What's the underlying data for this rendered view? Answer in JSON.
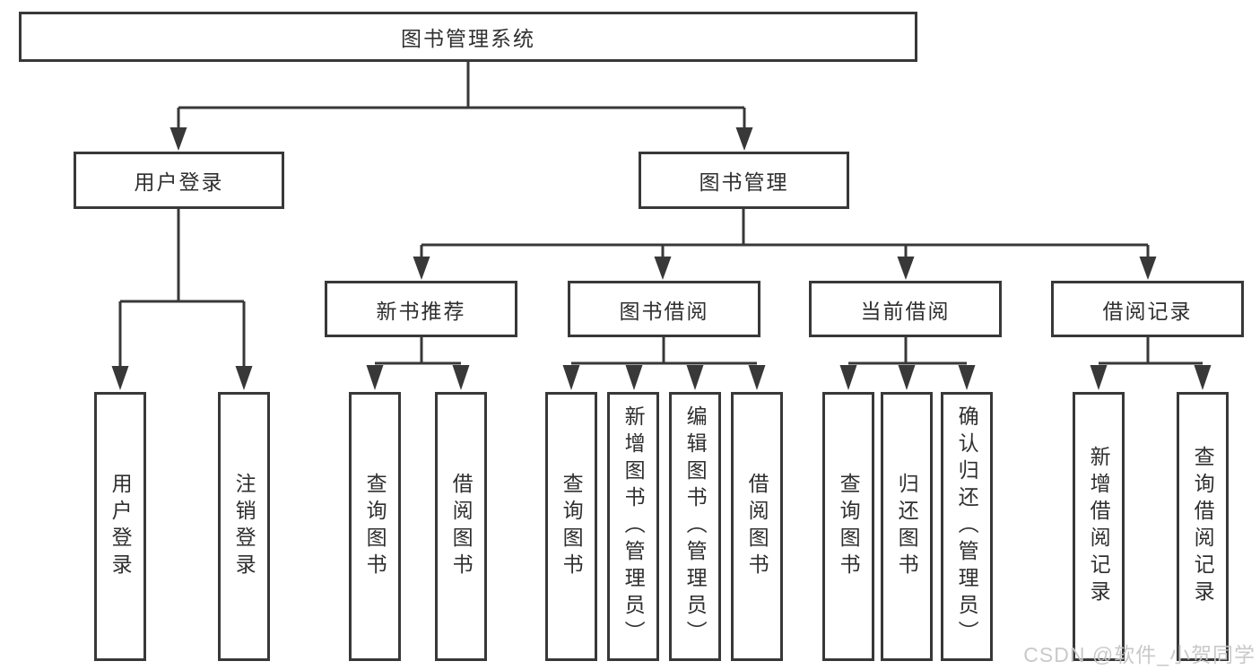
{
  "tree": {
    "label": "图书管理系统",
    "children": [
      {
        "label": "用户登录",
        "children": [
          {
            "label": "用户登录"
          },
          {
            "label": "注销登录"
          }
        ]
      },
      {
        "label": "图书管理",
        "children": [
          {
            "label": "新书推荐",
            "children": [
              {
                "label": "查询图书"
              },
              {
                "label": "借阅图书"
              }
            ]
          },
          {
            "label": "图书借阅",
            "children": [
              {
                "label": "查询图书"
              },
              {
                "label": "新增图书（管理员）"
              },
              {
                "label": "编辑图书（管理员）"
              },
              {
                "label": "借阅图书"
              }
            ]
          },
          {
            "label": "当前借阅",
            "children": [
              {
                "label": "查询图书"
              },
              {
                "label": "归还图书"
              },
              {
                "label": "确认归还（管理员）"
              }
            ]
          },
          {
            "label": "借阅记录",
            "children": [
              {
                "label": "新增借阅记录"
              },
              {
                "label": "查询借阅记录"
              }
            ]
          }
        ]
      }
    ]
  },
  "watermark": {
    "text": "CSDN @软件_小贺同学"
  },
  "colors": {
    "line": "#383838",
    "text": "#2f2f2f",
    "box_background": "#ffffff",
    "watermark": "#c6c6c6"
  }
}
